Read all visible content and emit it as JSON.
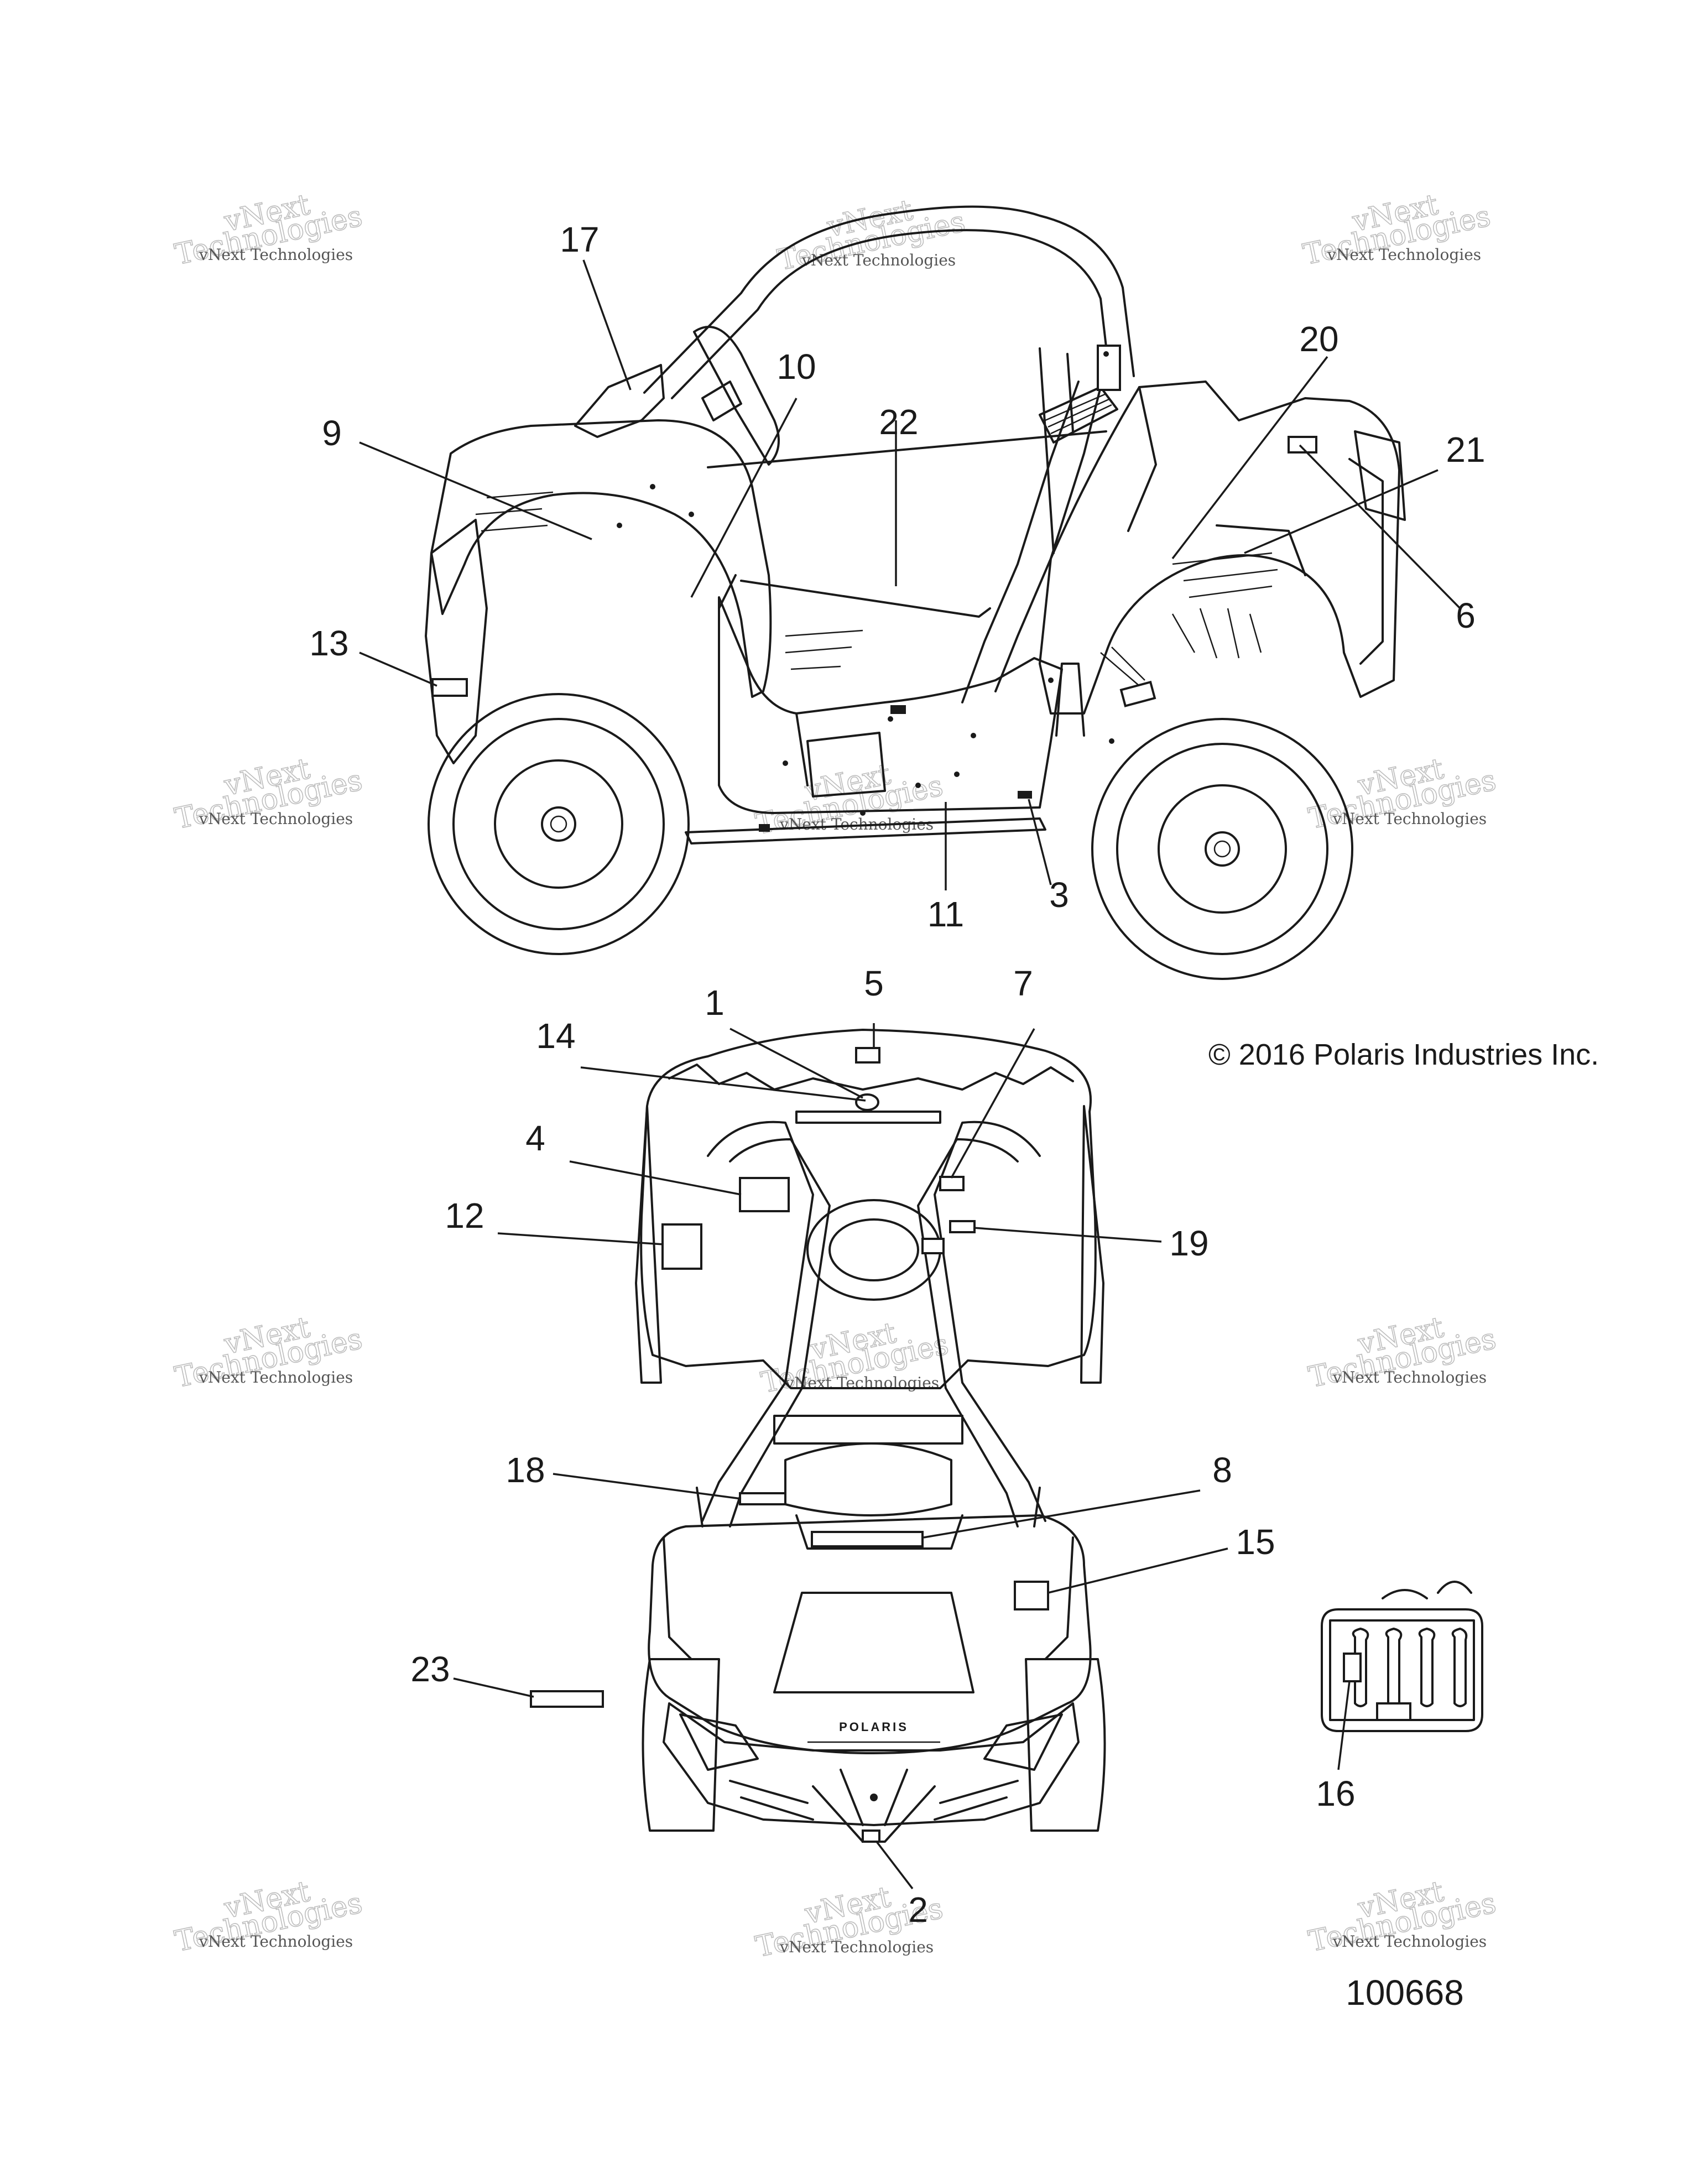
{
  "diagram": {
    "callouts": [
      "1",
      "2",
      "3",
      "4",
      "5",
      "6",
      "7",
      "8",
      "9",
      "10",
      "11",
      "12",
      "13",
      "14",
      "15",
      "16",
      "17",
      "18",
      "19",
      "20",
      "21",
      "22",
      "23"
    ],
    "copyright": "© 2016 Polaris Industries Inc.",
    "drawing_number": "100668",
    "brand_mark": "POLARIS",
    "watermark": {
      "line1": "vNext Technologies",
      "line2": "Technologies",
      "line3": "vNext"
    }
  }
}
